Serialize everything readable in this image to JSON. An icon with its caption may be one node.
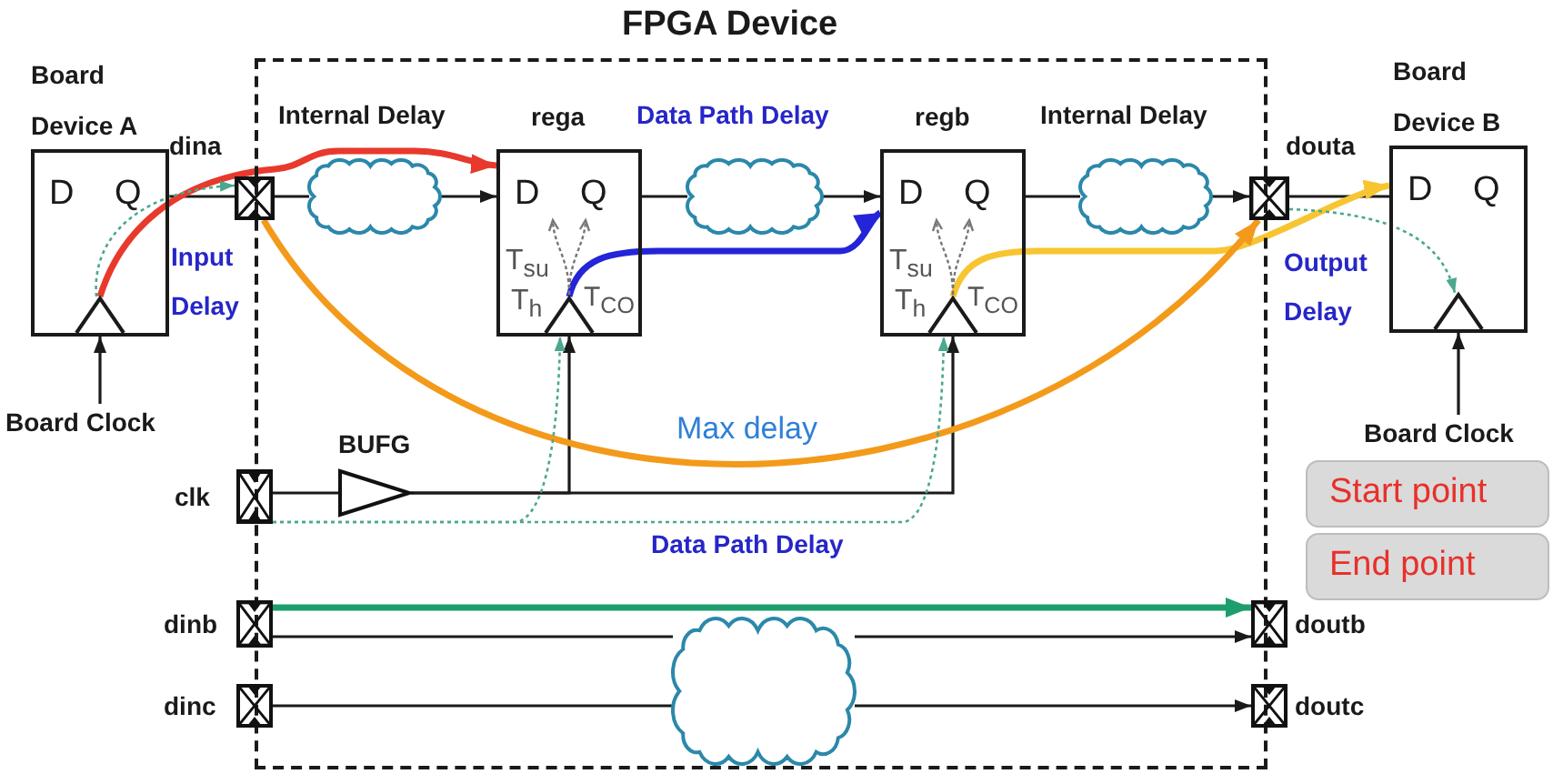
{
  "diagram": {
    "nodes": [
      {
        "text": [
          "Board Device A",
          "D",
          "Q"
        ]
      },
      {
        "text": [
          "FPGA Device"
        ]
      },
      {
        "text": [
          "dina"
        ]
      },
      {
        "text": [
          "Internal Delay"
        ],
        "in": 1
      },
      {
        "text": [
          "rega",
          "D",
          "Q",
          "T$_{su}$",
          "T$_{h}$",
          "T$_{CO}$"
        ],
        "in": 1
      },
      {
        "text": [
          "Data Path Delay"
        ],
        "in": 1
      },
      {
        "text": [
          "regb",
          "D",
          "Q",
          "T$_{su}$",
          "T$_{h}$",
          "T$_{CO}$"
        ],
        "in": 1
      },
      {
        "text": [
          "Internal Delay"
        ],
        "in": 1
      },
      {
        "text": [
          "douta"
        ]
      },
      {
        "text": [
          "Board Device B",
          "D",
          "Q"
        ]
      },
      {
        "text": [
          "Board Clock"
        ]
      },
      {
        "text": [
          "Board Clock"
        ]
      },
      {
        "text": [
          "Start point"
        ]
      },
      {
        "text": [
          "clk"
        ]
      },
      {
        "text": [
          "BUFG"
        ],
        "in": 1
      },
      {
        "text": [
          "End point"
        ]
      },
      {
        "text": [
          "Data Path Delay"
        ],
        "in": 1
      },
      {
        "text": [
          "dinb"
        ]
      },
      {
        "text": [
          "doutb"
        ]
      },
      {
        "text": [
          "dinc"
        ]
      },
      {
        "text": [
          "doutc"
        ]
      }
    ],
    "edges": [
      {
        "from": 0,
        "to": 2,
        "arrow": "none"
      },
      {
        "from": 2,
        "to": 3,
        "arrow": "none"
      },
      {
        "from": 3,
        "to": 4,
        "arrow": "to"
      },
      {
        "from": 4,
        "to": 5,
        "arrow": "none"
      },
      {
        "from": 5,
        "to": 6,
        "arrow": "to"
      },
      {
        "from": 6,
        "to": 7,
        "arrow": "none"
      },
      {
        "from": 7,
        "to": 8,
        "arrow": "to"
      },
      {
        "from": 8,
        "to": 9,
        "arrow": "none"
      },
      {
        "from": 10,
        "to": 0,
        "arrow": "to"
      },
      {
        "from": 11,
        "to": 9,
        "arrow": "to"
      },
      {
        "from": 13,
        "to": 14,
        "arrow": "none"
      },
      {
        "from": 14,
        "to": 4,
        "arrow": "to"
      },
      {
        "from": 14,
        "to": 6,
        "arrow": "to"
      },
      {
        "from": 17,
        "to": 16,
        "arrow": "none"
      },
      {
        "from": 16,
        "to": 18,
        "arrow": "to"
      },
      {
        "from": 19,
        "to": 16,
        "arrow": "none"
      },
      {
        "from": 16,
        "to": 20,
        "arrow": "to"
      },
      {
        "from": 0,
        "to": 4,
        "arrow": "to",
        "style": "thick",
        "color": "#e8392c"
      },
      {
        "from": 4,
        "to": 6,
        "arrow": "to",
        "style": "thick",
        "color": "#2424d8"
      },
      {
        "from": 6,
        "to": 9,
        "arrow": "to",
        "style": "thick",
        "color": "#f7c531"
      },
      {
        "from": 2,
        "to": 8,
        "arrow": "to",
        "style": "thick",
        "color": "#f39a1b"
      },
      {
        "from": 17,
        "to": 18,
        "arrow": "to",
        "style": "thick",
        "color": "#1e9e6e"
      },
      {
        "from": 0,
        "to": 2,
        "arrow": "to",
        "style": "dashed",
        "color": "#4aa88e"
      },
      {
        "from": 8,
        "to": 9,
        "arrow": "to",
        "style": "dashed",
        "color": "#4aa88e"
      },
      {
        "from": 13,
        "to": 4,
        "arrow": "to",
        "style": "dashed",
        "color": "#4aa88e"
      },
      {
        "from": 13,
        "to": 6,
        "arrow": "to",
        "style": "dashed",
        "color": "#4aa88e"
      }
    ],
    "labels": [
      "Input Delay",
      "Output Delay",
      "Max delay"
    ]
  }
}
